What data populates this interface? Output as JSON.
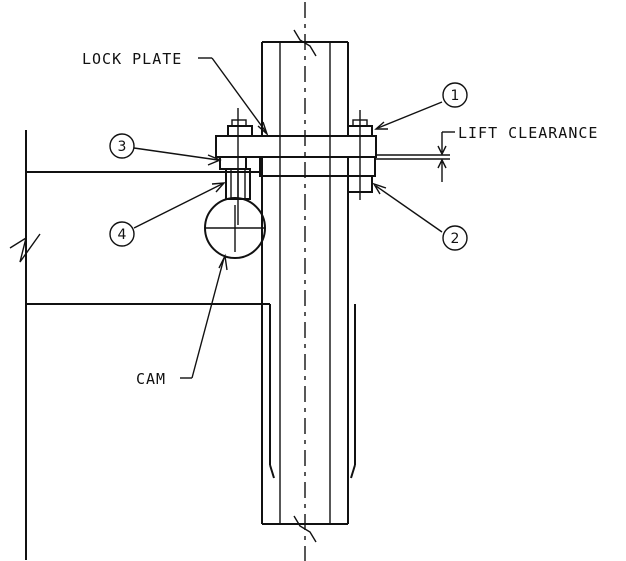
{
  "labels": {
    "lock_plate": "LOCK PLATE",
    "lift_clearance": "LIFT CLEARANCE",
    "cam": "CAM"
  },
  "callouts": {
    "c1": "1",
    "c2": "2",
    "c3": "3",
    "c4": "4"
  }
}
